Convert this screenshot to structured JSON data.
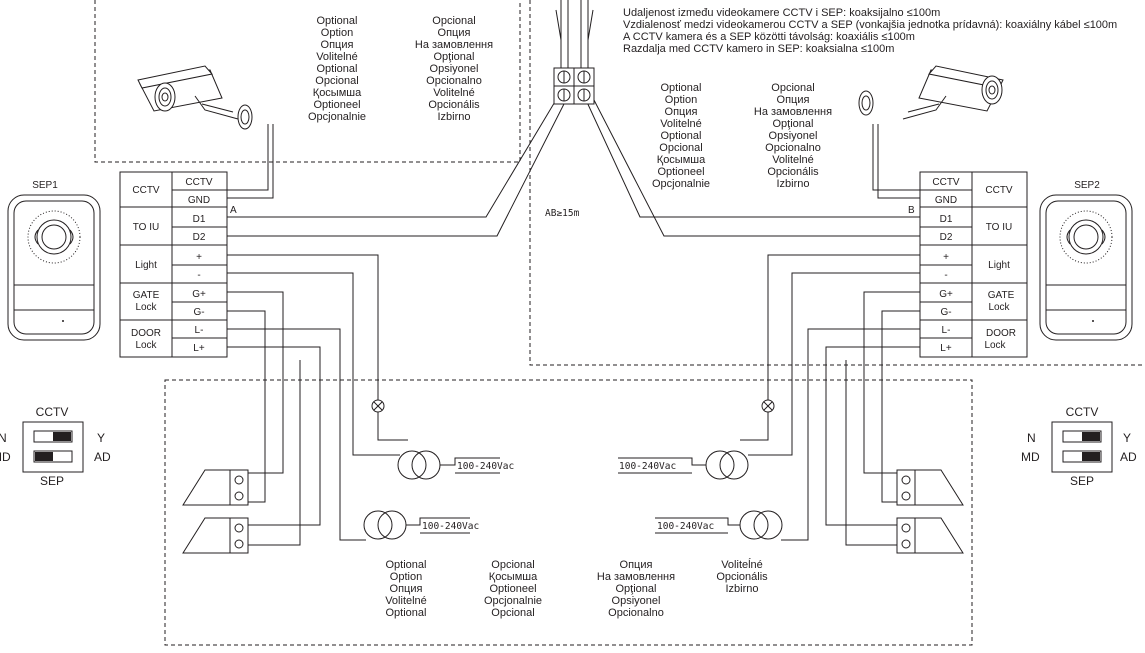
{
  "distance_notes": [
    "Udaljenost između videokamere CCTV i SEP:  koaksijalno ≤100m",
    "Vzdialenosť medzi videokamerou CCTV a SEP (vonkajšia jednotka prídavná): koaxiálny kábel ≤100m",
    "A CCTV kamera és a SEP közötti távolság: koaxiális ≤100m",
    "Razdalja med CCTV kamero in SEP: koaksialna ≤100m"
  ],
  "optional_left_col1": [
    "Optional",
    "Option",
    "Опция",
    "Volitelné",
    "Optional",
    "Opcional",
    "Қосымша",
    "Optioneel",
    "Opcjonalnie"
  ],
  "optional_left_col2": [
    "Opcional",
    "Опция",
    "На замовлення",
    "Opţional",
    "Opsiyonel",
    "Opcionalno",
    "Volitelné",
    "Opcionális",
    "Izbirno"
  ],
  "optional_right_col1": [
    "Optional",
    "Option",
    "Опция",
    "Volitelné",
    "Optional",
    "Opcional",
    "Қосымша",
    "Optioneel",
    "Opcjonalnie"
  ],
  "optional_right_col2": [
    "Opcional",
    "Опция",
    "На замовлення",
    "Opţional",
    "Opsiyonel",
    "Opcionalno",
    "Volitelné",
    "Opcionális",
    "Izbirno"
  ],
  "optional_bottom_col1": [
    "Optional",
    "Option",
    "Опция",
    "Volitelné",
    "Optional"
  ],
  "optional_bottom_col2": [
    "Opcional",
    "Қосымша",
    "Optioneel",
    "Opcjonalnie",
    "Opcional"
  ],
  "optional_bottom_col3": [
    "Опция",
    "На замовлення",
    "Opţional",
    "Opsiyonel",
    "Opcionalno"
  ],
  "optional_bottom_col4": [
    "Voliteĺné",
    "Opcionális",
    "Izbirno"
  ],
  "sep1_label": "SEP1",
  "sep2_label": "SEP2",
  "left_groups": [
    "CCTV",
    "TO IU",
    "Light",
    "GATE\nLock",
    "DOOR\nLock"
  ],
  "left_terminals": [
    "CCTV",
    "GND",
    "D1",
    "D2",
    "+",
    "-",
    "G+",
    "G-",
    "L-",
    "L+"
  ],
  "right_groups": [
    "CCTV",
    "TO IU",
    "Light",
    "GATE\nLock",
    "DOOR\nLock"
  ],
  "right_terminals": [
    "CCTV",
    "GND",
    "D1",
    "D2",
    "+",
    "-",
    "G+",
    "G-",
    "L-",
    "L+"
  ],
  "point_a": "A",
  "point_b": "B",
  "ab_distance": "AB≥15m",
  "voltage_label": "100-240Vac",
  "switch_left": {
    "top": "CCTV",
    "bottom": "SEP",
    "n": "N",
    "md": "MD",
    "y": "Y",
    "ad": "AD"
  },
  "switch_right": {
    "top": "CCTV",
    "bottom": "SEP",
    "n": "N",
    "md": "MD",
    "y": "Y",
    "ad": "AD"
  }
}
